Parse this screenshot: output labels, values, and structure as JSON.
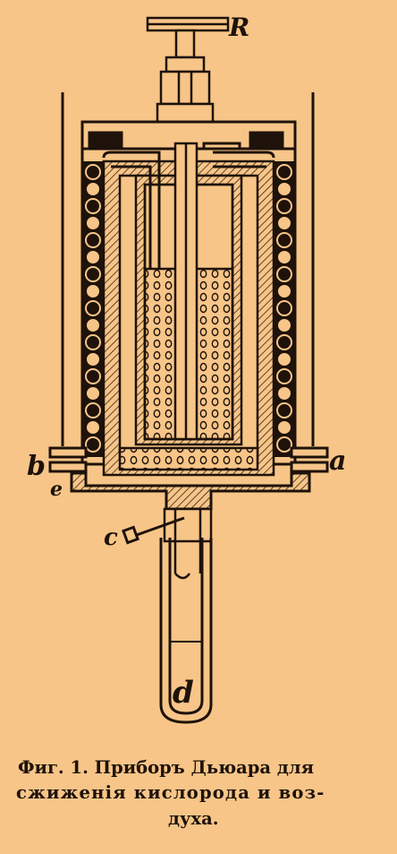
{
  "colors": {
    "background": "#f7c588",
    "ink": "#1e120a",
    "hatch": "#b98a5c"
  },
  "labels": {
    "R": "R",
    "a": "a",
    "b": "b",
    "c": "c",
    "d": "d",
    "e": "e"
  },
  "caption": {
    "line1_prefix": "Фиг. ",
    "line1_number": "1.",
    "line1_rest": " Приборъ Дьюара для",
    "line2": "сжиженія кислорода и воз-",
    "line3": "духа."
  }
}
